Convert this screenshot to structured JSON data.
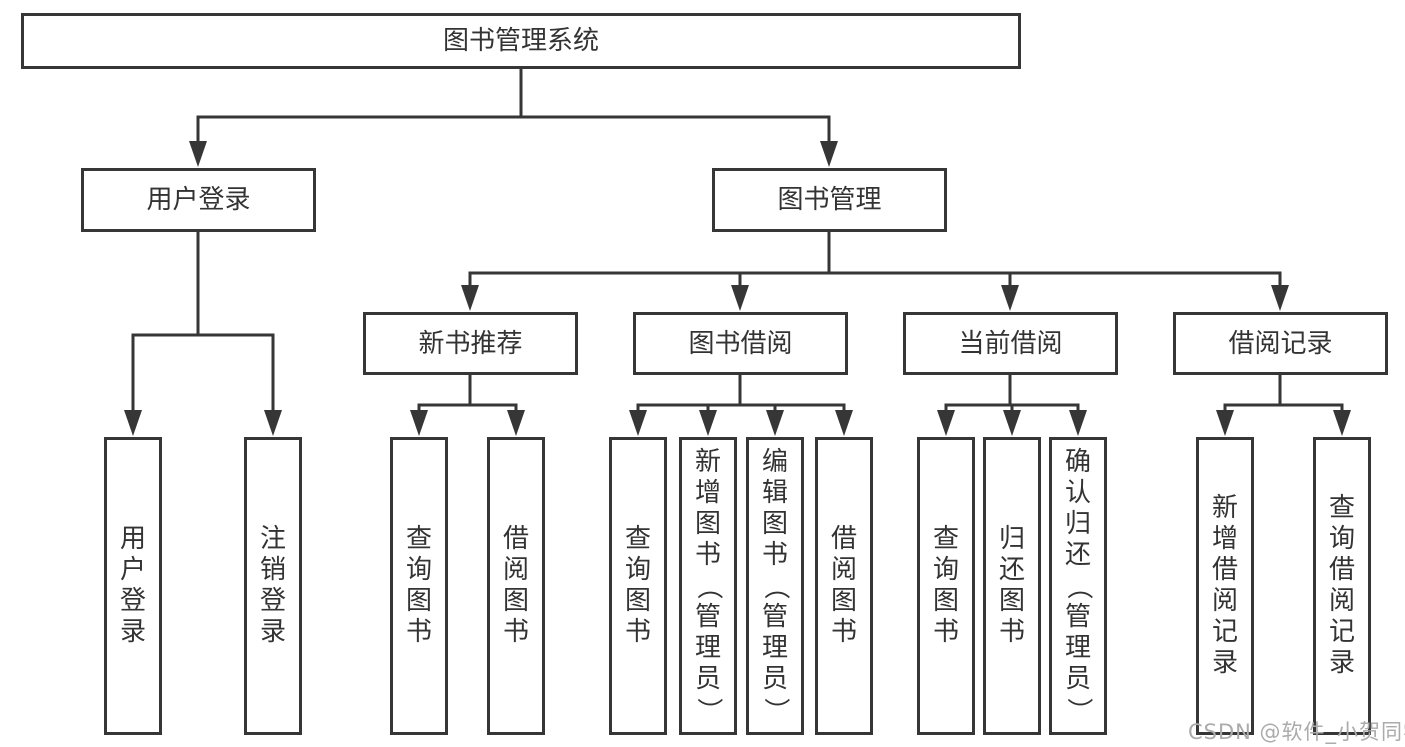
{
  "diagram_title": "图书管理系统",
  "tree": {
    "label": "图书管理系统",
    "children": [
      {
        "label": "用户登录",
        "children": [
          {
            "label": "用户登录"
          },
          {
            "label": "注销登录"
          }
        ]
      },
      {
        "label": "图书管理",
        "children": [
          {
            "label": "新书推荐",
            "children": [
              {
                "label": "查询图书"
              },
              {
                "label": "借阅图书"
              }
            ]
          },
          {
            "label": "图书借阅",
            "children": [
              {
                "label": "查询图书"
              },
              {
                "label": "新增图书（管理员）"
              },
              {
                "label": "编辑图书（管理员）"
              },
              {
                "label": "借阅图书"
              }
            ]
          },
          {
            "label": "当前借阅",
            "children": [
              {
                "label": "查询图书"
              },
              {
                "label": "归还图书"
              },
              {
                "label": "确认归还（管理员）"
              }
            ]
          },
          {
            "label": "借阅记录",
            "children": [
              {
                "label": "新增借阅记录"
              },
              {
                "label": "查询借阅记录"
              }
            ]
          }
        ]
      }
    ]
  },
  "watermark": {
    "text": "CSDN @软件_小贺同学",
    "color": "#ababab"
  },
  "colors": {
    "line": "#363636",
    "text": "#333333",
    "background": "#ffffff"
  }
}
